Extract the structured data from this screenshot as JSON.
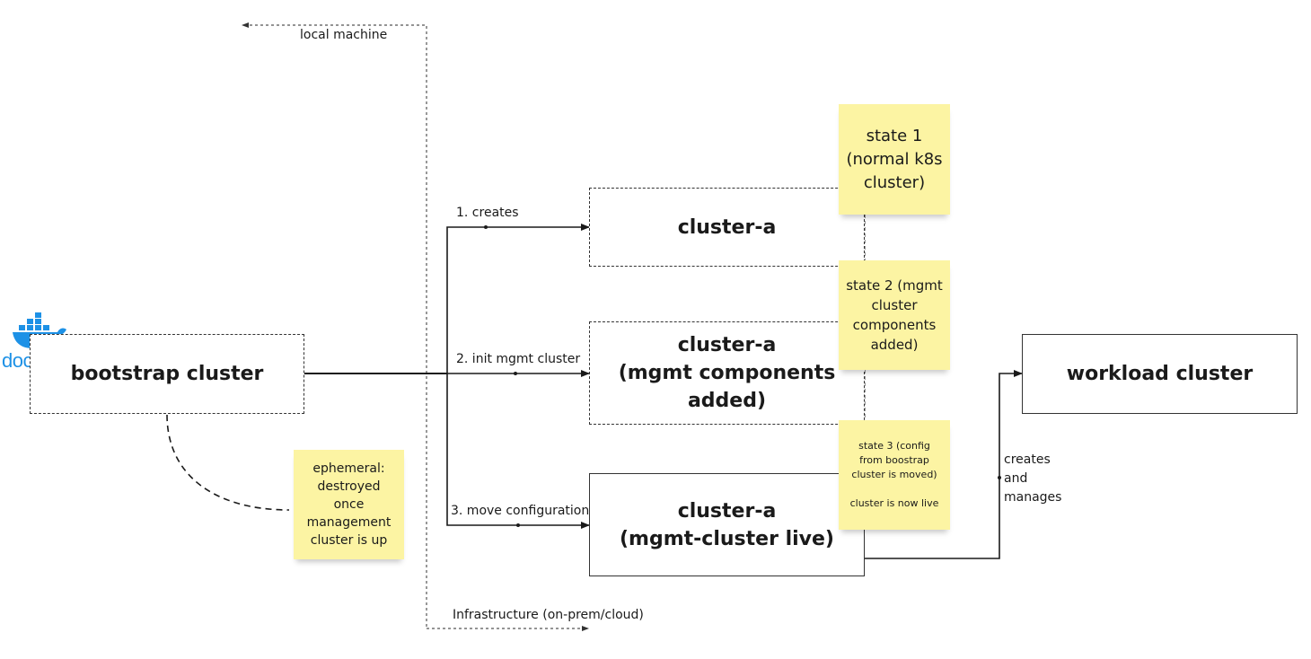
{
  "boundary": {
    "local_label": "local machine",
    "infra_label": "Infrastructure (on-prem/cloud)"
  },
  "docker": {
    "word": "docker",
    "icon": "docker-whale-icon",
    "color": "#1d91e6"
  },
  "bootstrap": {
    "title": "bootstrap cluster"
  },
  "clusters": [
    {
      "lines": [
        "cluster-a"
      ]
    },
    {
      "lines": [
        "cluster-a",
        "(mgmt components",
        "added)"
      ]
    },
    {
      "lines": [
        "cluster-a",
        "(mgmt-cluster live)"
      ]
    }
  ],
  "workload": {
    "title": "workload cluster"
  },
  "edges": {
    "creates": "1. creates",
    "init": "2. init mgmt cluster",
    "move": "3. move configuration",
    "manages_lines": [
      "creates",
      "and",
      "manages"
    ]
  },
  "notes": {
    "state1": [
      "state 1",
      "(normal k8s",
      "cluster)"
    ],
    "state2": [
      "state 2 (mgmt",
      "cluster",
      "components",
      "added)"
    ],
    "state3": [
      "state 3 (config",
      "from boostrap",
      "cluster is moved)",
      "",
      "cluster is now live"
    ],
    "ephemeral": [
      "ephemeral:",
      "destroyed",
      "once",
      "management",
      "cluster is up"
    ]
  },
  "colors": {
    "sticky": "#fcf4a3",
    "line": "#1a1a1a"
  }
}
